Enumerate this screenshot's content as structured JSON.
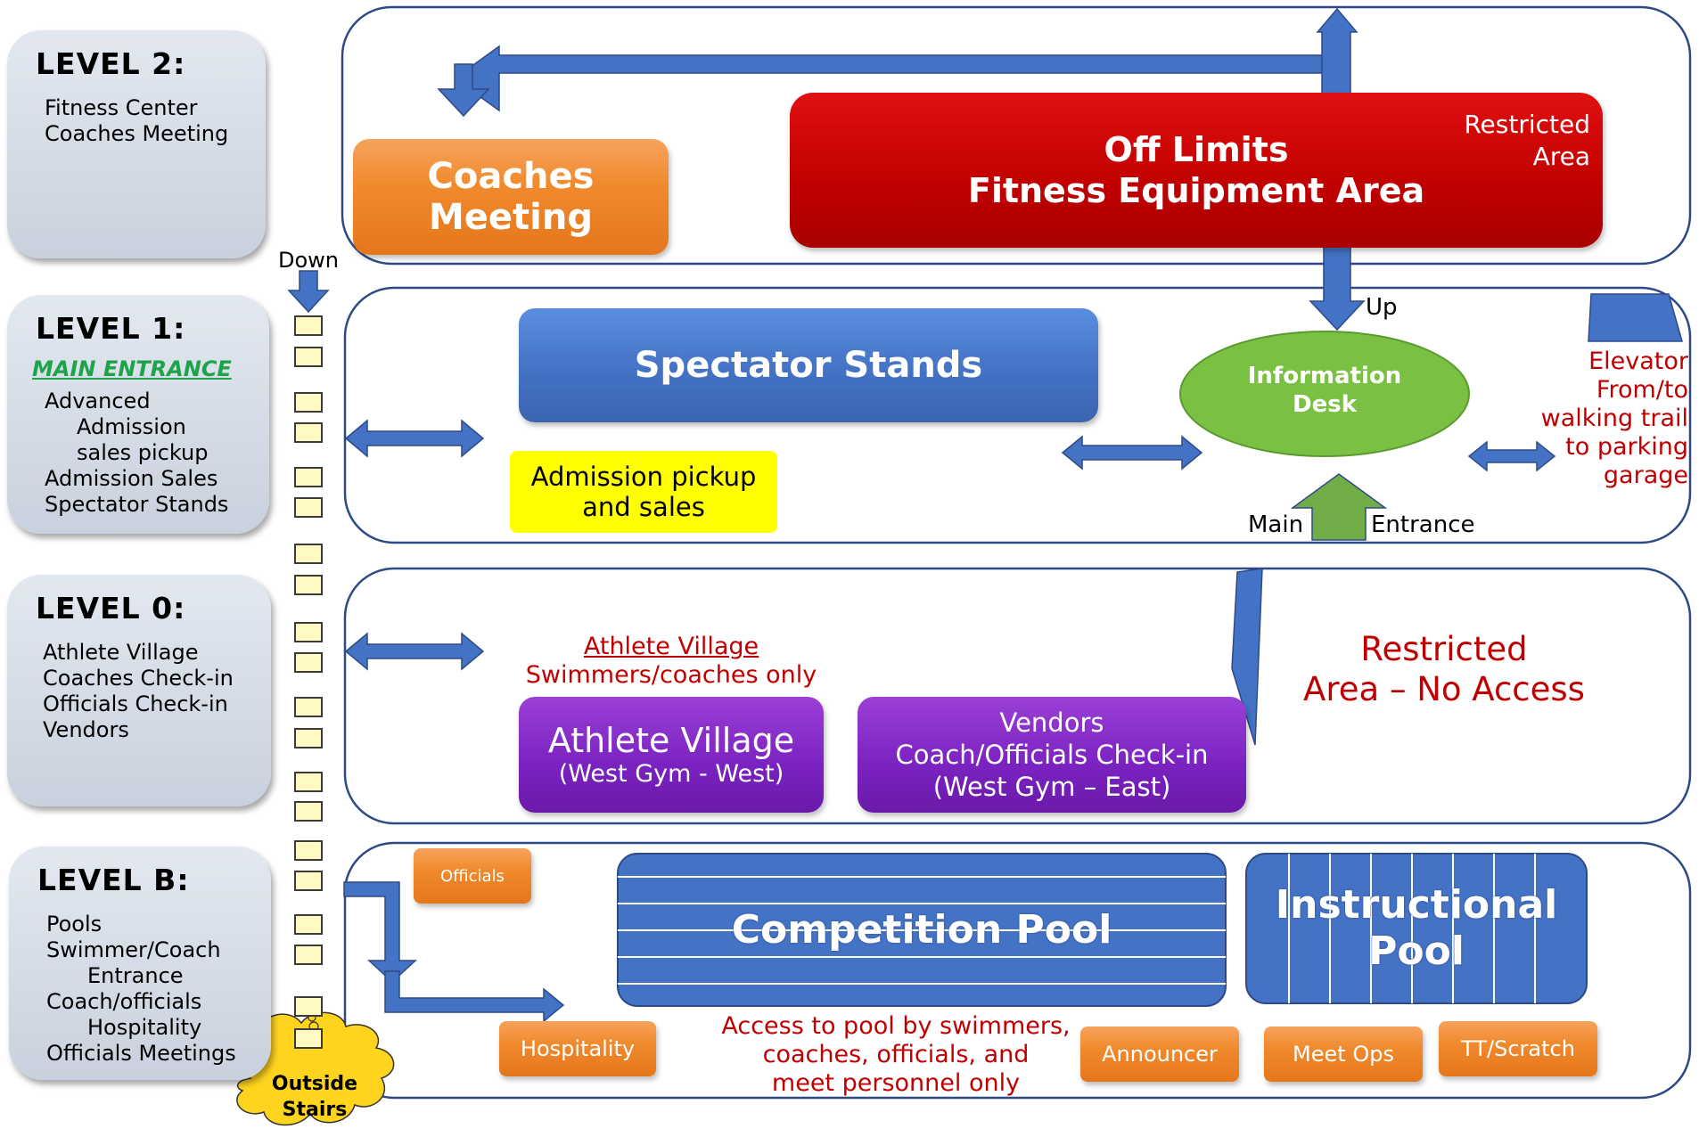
{
  "levels": [
    {
      "title": "LEVEL 2:",
      "lines": [
        "Fitness Center",
        "Coaches Meeting"
      ]
    },
    {
      "title": "LEVEL 1:",
      "main_entrance": "MAIN ENTRANCE",
      "lines": [
        "Advanced",
        "Admission",
        "sales pickup",
        "Admission Sales",
        "Spectator Stands"
      ]
    },
    {
      "title": "LEVEL 0:",
      "lines": [
        "Athlete Village",
        "Coaches Check-in",
        "Officials Check-in",
        "Vendors"
      ]
    },
    {
      "title": "LEVEL B:",
      "lines": [
        "Pools",
        "Swimmer/Coach",
        "Entrance",
        "Coach/officials",
        "Hospitality",
        "Officials Meetings"
      ]
    }
  ],
  "stairs": {
    "down_label": "Down",
    "outside_label_1": "Outside",
    "outside_label_2": "Stairs"
  },
  "level2": {
    "coaches_meeting_1": "Coaches",
    "coaches_meeting_2": "Meeting",
    "off_limits_1": "Off Limits",
    "off_limits_2": "Fitness Equipment Area",
    "restricted_1": "Restricted",
    "restricted_2": "Area"
  },
  "level1": {
    "spectator_stands": "Spectator Stands",
    "admission_1": "Admission pickup",
    "admission_2": "and sales",
    "info_1": "Information",
    "info_2": "Desk",
    "up_label": "Up",
    "main_label": "Main",
    "entrance_label": "Entrance",
    "elevator_lines": [
      "Elevator",
      "From/to",
      "walking trail",
      "to parking",
      "garage"
    ]
  },
  "level0": {
    "village_heading": "Athlete Village",
    "village_sub": "Swimmers/coaches only",
    "village_1": "Athlete Village",
    "village_2": "(West Gym - West)",
    "vendors_1": "Vendors",
    "vendors_2": "Coach/Officials Check-in",
    "vendors_3": "(West Gym – East)",
    "restricted_1": "Restricted",
    "restricted_2": "Area – No Access"
  },
  "levelB": {
    "officials": "Officials",
    "hospitality": "Hospitality",
    "competition_pool": "Competition Pool",
    "instructional_1": "Instructional",
    "instructional_2": "Pool",
    "access_1": "Access to pool by swimmers,",
    "access_2": "coaches, officials, and",
    "access_3": "meet personnel only",
    "announcer": "Announcer",
    "meet_ops": "Meet Ops",
    "tt_scratch": "TT/Scratch"
  },
  "colors": {
    "arrow": "#4472c4",
    "green_arrow": "#70ad47",
    "restricted_red": "#c00000",
    "panel_border": "#2e4a86"
  }
}
